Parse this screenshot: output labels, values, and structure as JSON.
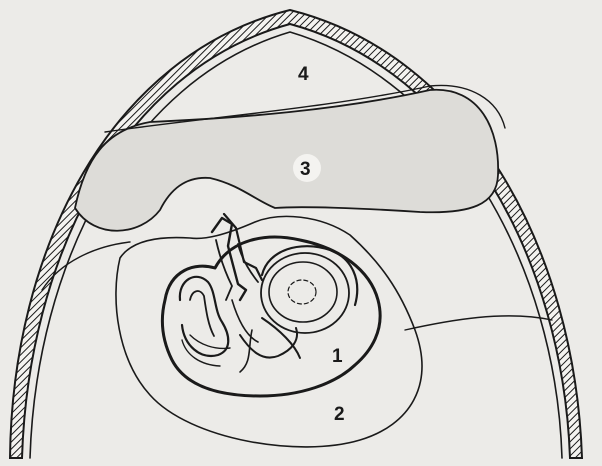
{
  "diagram": {
    "labels": [
      {
        "id": "label-1",
        "text": "1"
      },
      {
        "id": "label-2",
        "text": "2"
      },
      {
        "id": "label-3",
        "text": "3"
      },
      {
        "id": "label-4",
        "text": "4"
      }
    ]
  },
  "colors": {
    "background": "#ecebe8",
    "ink": "#1a1a1a",
    "shaded_region": "#dddcd8"
  }
}
